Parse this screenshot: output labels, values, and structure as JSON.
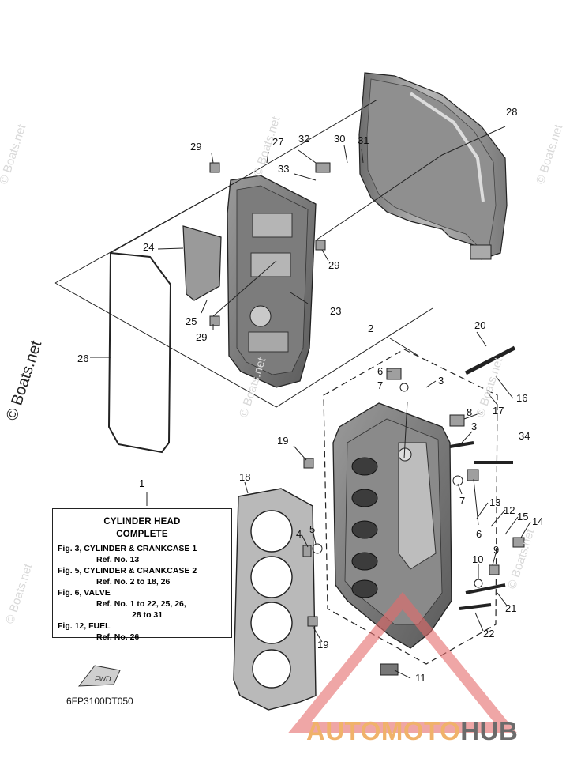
{
  "watermarks": {
    "main": "© Boats.net",
    "faint": "© Boats.net"
  },
  "legend": {
    "ref": "1",
    "title1": "CYLINDER HEAD",
    "title2": "COMPLETE",
    "lines": [
      "Fig. 3, CYLINDER & CRANKCASE 1",
      "Ref. No. 13",
      "Fig. 5, CYLINDER & CRANKCASE 2",
      "Ref. No. 2 to 18, 26",
      "Fig. 6, VALVE",
      "Ref. No. 1 to 22, 25, 26,",
      "28 to 31",
      "Fig. 12, FUEL",
      "Ref. No. 26"
    ]
  },
  "diagram_code": "6FP3100DT050",
  "fwd_label": "FWD",
  "brand": {
    "part1": "AUTOMOTO",
    "part2": "HUB"
  },
  "callouts": [
    "28",
    "29",
    "27",
    "32",
    "30",
    "31",
    "33",
    "24",
    "29",
    "25",
    "23",
    "29",
    "26",
    "2",
    "20",
    "6",
    "7",
    "3",
    "16",
    "17",
    "8",
    "3",
    "19",
    "34",
    "18",
    "7",
    "6",
    "13",
    "12",
    "15",
    "14",
    "4",
    "5",
    "9",
    "10",
    "21",
    "22",
    "19",
    "11"
  ],
  "colors": {
    "brand_orange": "#f0b26a",
    "brand_gray": "#6b6b6b",
    "triangle_red": "#e56a6a"
  }
}
